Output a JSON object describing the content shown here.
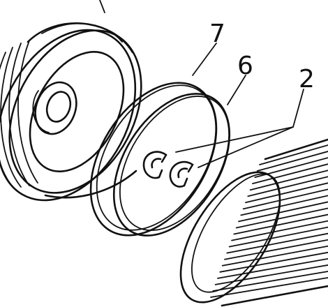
{
  "callouts": [
    {
      "id": "7",
      "label": "7",
      "part": "outer-ring"
    },
    {
      "id": "6",
      "label": "6",
      "part": "inner-ring"
    },
    {
      "id": "2",
      "label": "2",
      "part": "retaining-clips"
    }
  ],
  "colors": {
    "ink": "#111111",
    "background": "#ffffff"
  }
}
